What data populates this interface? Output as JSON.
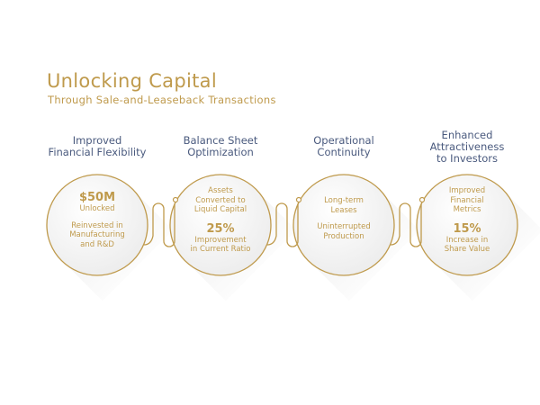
{
  "title": "Unlocking Capital",
  "subtitle": "Through Sale-and-Leaseback Transactions",
  "colors": {
    "gold": "#bf9a4c",
    "heading": "#4a5a7e"
  },
  "steps": [
    {
      "heading": [
        "Improved",
        "Financial Flexibility"
      ],
      "metric": "$50M",
      "metric_label": "Unlocked",
      "detail": [
        "Reinvested in",
        "Manufacturing",
        "and R&D"
      ]
    },
    {
      "heading": [
        "Balance Sheet",
        "Optimization"
      ],
      "detail": [
        "Assets",
        "Converted to",
        "Liquid Capital"
      ],
      "metric": "25%",
      "metric_label": [
        "Improvement",
        "in Current Ratio"
      ]
    },
    {
      "heading": [
        "Operational",
        "Continuity"
      ],
      "detail": [
        "Long-term",
        "Leases"
      ],
      "detail2": [
        "Uninterrupted",
        "Production"
      ]
    },
    {
      "heading": [
        "Enhanced",
        "Attractiveness",
        "to Investors"
      ],
      "detail": [
        "Improved",
        "Financial",
        "Metrics"
      ],
      "metric": "15%",
      "metric_label": [
        "Increase in",
        "Share Value"
      ]
    }
  ]
}
